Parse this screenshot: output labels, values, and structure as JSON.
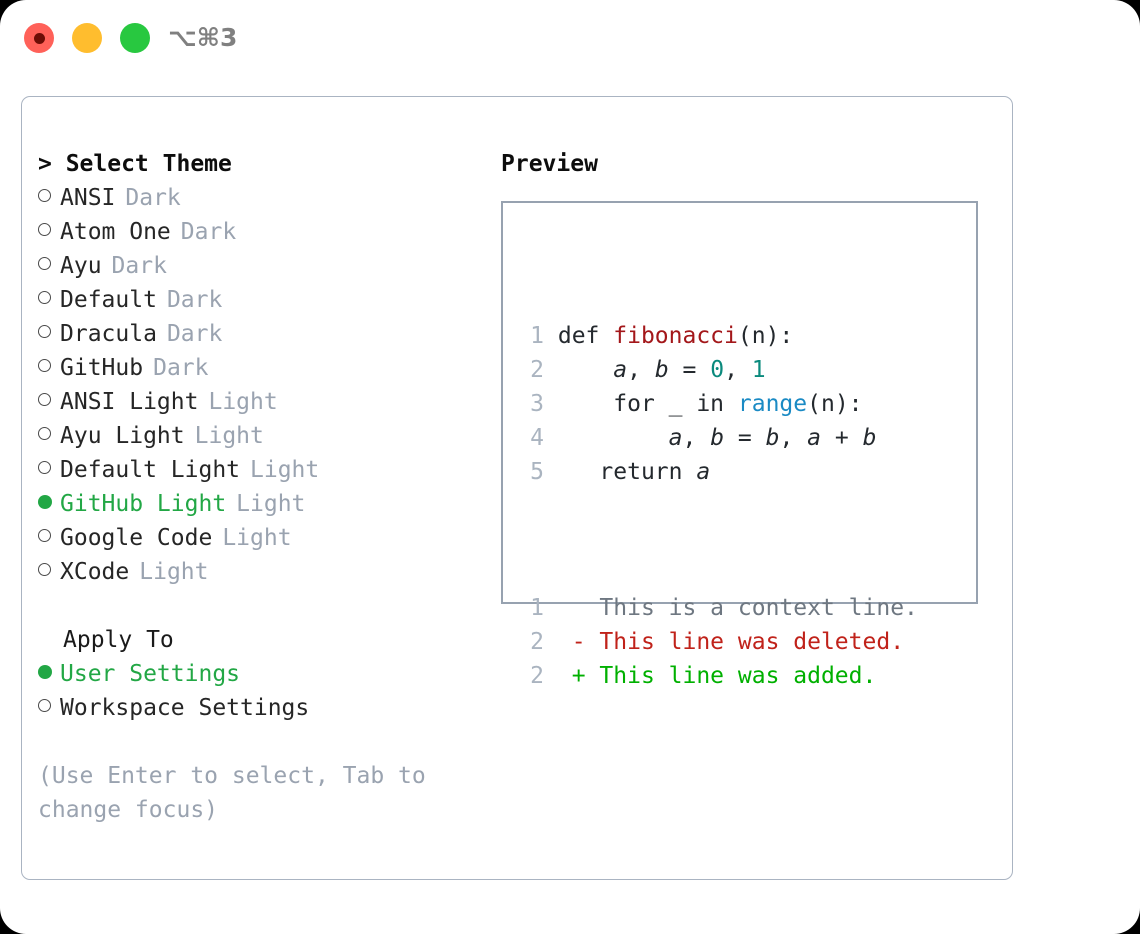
{
  "titlebar": {
    "traffic_lights": [
      {
        "name": "close-button",
        "color": "#ff6159",
        "recording": true
      },
      {
        "name": "minimize-button",
        "color": "#ffbd2e",
        "recording": false
      },
      {
        "name": "maximize-button",
        "color": "#28c840",
        "recording": false
      }
    ],
    "shortcut": "⌥⌘3"
  },
  "theme_picker": {
    "header": "> Select Theme",
    "items": [
      {
        "name": "ANSI",
        "variant": "Dark",
        "selected": false
      },
      {
        "name": "Atom One",
        "variant": "Dark",
        "selected": false
      },
      {
        "name": "Ayu",
        "variant": "Dark",
        "selected": false
      },
      {
        "name": "Default",
        "variant": "Dark",
        "selected": false
      },
      {
        "name": "Dracula",
        "variant": "Dark",
        "selected": false
      },
      {
        "name": "GitHub",
        "variant": "Dark",
        "selected": false
      },
      {
        "name": "ANSI Light",
        "variant": "Light",
        "selected": false
      },
      {
        "name": "Ayu Light",
        "variant": "Light",
        "selected": false
      },
      {
        "name": "Default Light",
        "variant": "Light",
        "selected": false
      },
      {
        "name": "GitHub Light",
        "variant": "Light",
        "selected": true
      },
      {
        "name": "Google Code",
        "variant": "Light",
        "selected": false
      },
      {
        "name": "XCode",
        "variant": "Light",
        "selected": false
      }
    ]
  },
  "apply_to": {
    "header": "Apply To",
    "items": [
      {
        "name": "User Settings",
        "selected": true
      },
      {
        "name": "Workspace Settings",
        "selected": false
      }
    ]
  },
  "hint": "(Use Enter to select, Tab to change focus)",
  "preview": {
    "title": "Preview",
    "code_lines": [
      {
        "number": "1",
        "tokens": [
          {
            "text": "def ",
            "type": "plain"
          },
          {
            "text": "fibonacci",
            "type": "fn"
          },
          {
            "text": "(n):",
            "type": "plain"
          }
        ]
      },
      {
        "number": "2",
        "tokens": [
          {
            "text": "    ",
            "type": "plain"
          },
          {
            "text": "a",
            "type": "var"
          },
          {
            "text": ", ",
            "type": "plain"
          },
          {
            "text": "b",
            "type": "var"
          },
          {
            "text": " = ",
            "type": "plain"
          },
          {
            "text": "0",
            "type": "num"
          },
          {
            "text": ", ",
            "type": "plain"
          },
          {
            "text": "1",
            "type": "num"
          }
        ]
      },
      {
        "number": "3",
        "tokens": [
          {
            "text": "    for _ in ",
            "type": "plain"
          },
          {
            "text": "range",
            "type": "call"
          },
          {
            "text": "(n):",
            "type": "plain"
          }
        ]
      },
      {
        "number": "4",
        "tokens": [
          {
            "text": "        ",
            "type": "plain"
          },
          {
            "text": "a",
            "type": "var"
          },
          {
            "text": ", ",
            "type": "plain"
          },
          {
            "text": "b",
            "type": "var"
          },
          {
            "text": " = ",
            "type": "plain"
          },
          {
            "text": "b",
            "type": "var"
          },
          {
            "text": ", ",
            "type": "plain"
          },
          {
            "text": "a",
            "type": "var"
          },
          {
            "text": " + ",
            "type": "plain"
          },
          {
            "text": "b",
            "type": "var"
          }
        ]
      },
      {
        "number": "5",
        "tokens": [
          {
            "text": "   return ",
            "type": "plain"
          },
          {
            "text": "a",
            "type": "var"
          }
        ]
      }
    ],
    "diff_lines": [
      {
        "number": "1",
        "marker": " ",
        "text": " This is a context line.",
        "kind": "ctx"
      },
      {
        "number": "2",
        "marker": "-",
        "text": " This line was deleted.",
        "kind": "del"
      },
      {
        "number": "2",
        "marker": "+",
        "text": " This line was added.",
        "kind": "add"
      }
    ]
  },
  "colors": {
    "accent_green": "#22a745",
    "muted": "#9aa3b0",
    "diff_add": "#00b000",
    "diff_del": "#c0221a",
    "fn_red": "#a3171a",
    "num_teal": "#0b8a7d",
    "call_blue": "#1a8ac4",
    "border": "#aab4c2"
  }
}
